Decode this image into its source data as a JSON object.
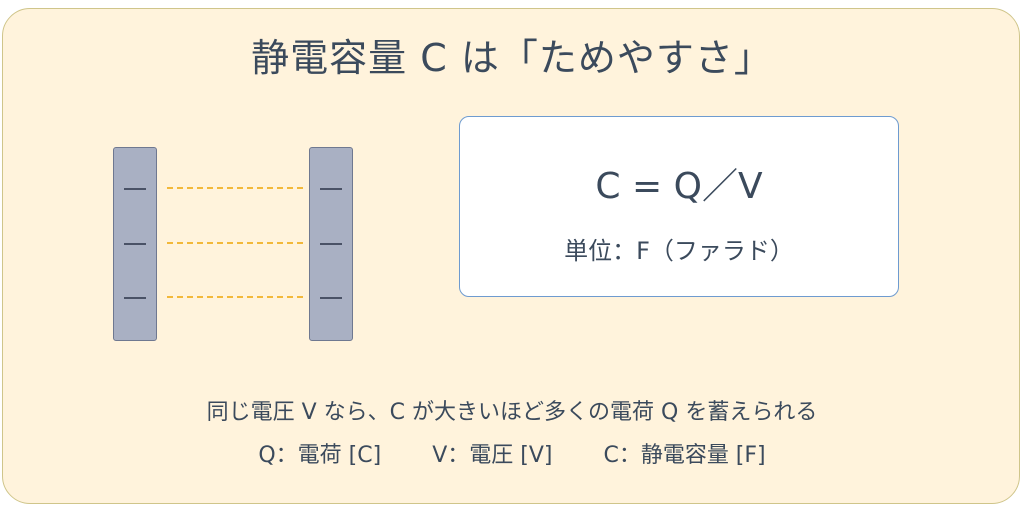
{
  "title": "静電容量 C は「ためやすさ」",
  "capacitor": {
    "left_plate_marks": [
      "—",
      "—",
      "—"
    ],
    "right_plate_marks": [
      "—",
      "—",
      "—"
    ]
  },
  "formula_box": {
    "formula": "C = Q／V",
    "unit": "単位：F（ファラド）"
  },
  "caption": "同じ電圧 V なら、C が大きいほど多くの電荷 Q を蓄えられる",
  "legend": [
    {
      "text": "Q：電荷 [C]"
    },
    {
      "text": "V：電圧 [V]"
    },
    {
      "text": "C：静電容量 [F]"
    }
  ],
  "colors": {
    "background": "#fff3dc",
    "plate": "#a9b0c3",
    "field_line": "#f2b83a",
    "box_border": "#6e9bd0",
    "text": "#3b4a5c"
  }
}
